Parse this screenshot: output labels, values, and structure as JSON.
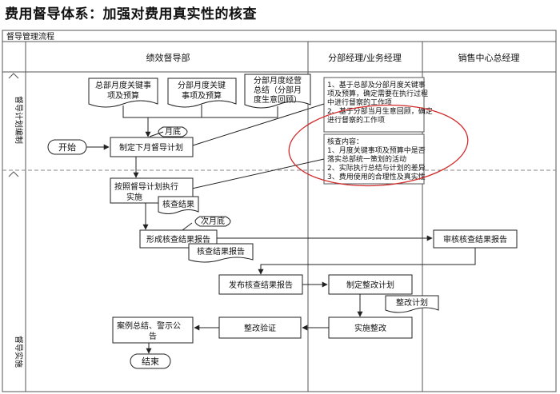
{
  "title": "费用督导体系：加强对费用真实性的核查",
  "frame_title": "督导管理流程",
  "lanes": {
    "col1": "绩效督导部",
    "col2": "分部经理/业务经理",
    "col3": "销售中心总经理",
    "row1": "督导计划编制",
    "row2": "督导实施"
  },
  "docs": {
    "d1": [
      "总部月度关键事",
      "项及预算"
    ],
    "d2": [
      "分部月度关键",
      "事项及预算"
    ],
    "d3": [
      "分部月度经营",
      "总结（分部月",
      "度生意回顾）"
    ],
    "d4": "核查结果",
    "d5": "核查结果报告",
    "d6": "整改计划"
  },
  "events": {
    "e1": "月底",
    "e2": "次月底"
  },
  "terminals": {
    "start": "开始",
    "end": "结束"
  },
  "processes": {
    "p1": "制定下月督导计划",
    "p2": [
      "按照督导计划执行",
      "实施"
    ],
    "p3": "形成核查结果报告",
    "p4": "审核核查结果报告",
    "p5": "发布核查结果报告",
    "p6": "制定整改计划",
    "p7": "实施整改",
    "p8": "整改验证",
    "p9": [
      "案例总结、警示公",
      "告"
    ]
  },
  "notes": {
    "n1": [
      "1、基于总部及分部月度关键事",
      "项及预算，确定需要在执行过程",
      "中进行督察的工作项",
      "2、基于分部当月生意回顾，确定",
      "进行督察的工作项"
    ],
    "n2": [
      "核查内容：",
      "1、月度关键事项及预算中是否",
      "落实总部统一策划的活动",
      "2、实际执行总结与计划的差异",
      "3、费用使用的合理性及真实性"
    ]
  },
  "colors": {
    "highlight_circle": "#d22b2b",
    "line": "#222222",
    "border": "#555555"
  }
}
